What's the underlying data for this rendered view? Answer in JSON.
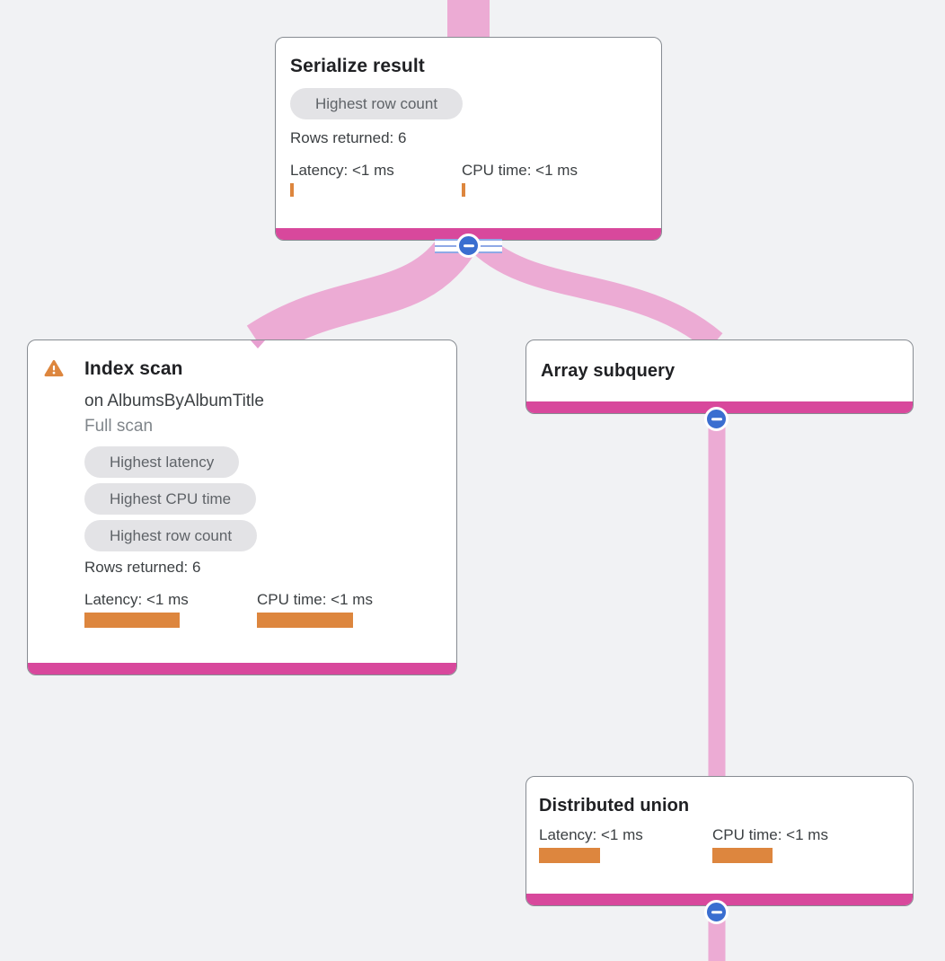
{
  "app": {
    "name": "query-execution-plan-visualizer"
  },
  "colors": {
    "background": "#f1f2f4",
    "edge_pink": "#ecabd4",
    "node_accent_pink": "#d8489c",
    "metric_bar_orange": "#dd863e",
    "collapse_button_blue": "#3a6ed0",
    "badge_background": "#e3e3e6",
    "badge_text": "#5f6368"
  },
  "icons": {
    "warning": "warning-triangle-icon",
    "collapse": "minus-icon"
  },
  "nodes": [
    {
      "id": "serialize-result",
      "title": "Serialize result",
      "badges": [
        "Highest row count"
      ],
      "rows_returned": "Rows returned: 6",
      "metrics": [
        {
          "label": "Latency: <1 ms",
          "bar_style": "width:4px"
        },
        {
          "label": "CPU time: <1 ms",
          "bar_style": "width:4px"
        }
      ],
      "collapsed": false
    },
    {
      "id": "index-scan",
      "title": "Index scan",
      "subtitle": "on AlbumsByAlbumTitle",
      "note": "Full scan",
      "has_warning": true,
      "badges": [
        "Highest latency",
        "Highest CPU time",
        "Highest row count"
      ],
      "rows_returned": "Rows returned: 6",
      "metrics": [
        {
          "label": "Latency: <1 ms",
          "bar_style": "width:106px"
        },
        {
          "label": "CPU time: <1 ms",
          "bar_style": "width:107px"
        }
      ]
    },
    {
      "id": "array-subquery",
      "title": "Array subquery",
      "collapsed": false
    },
    {
      "id": "distributed-union",
      "title": "Distributed union",
      "metrics": [
        {
          "label": "Latency: <1 ms",
          "bar_style": "width:68px"
        },
        {
          "label": "CPU time: <1 ms",
          "bar_style": "width:67px"
        }
      ],
      "collapsed": false
    }
  ]
}
